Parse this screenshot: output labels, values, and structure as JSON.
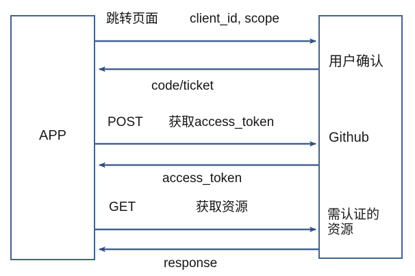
{
  "diagram": {
    "title": "OAuth Github authorization sequence diagram",
    "colors": {
      "line": "#41618e",
      "box_border": "#41618e",
      "text": "#151515",
      "background": "#ffffff"
    },
    "actors": {
      "left": {
        "name": "APP",
        "label": "APP"
      },
      "right": {
        "name": "Github",
        "label": "Github",
        "top_label": "用户确认",
        "bottom_label": "需认证的\n资源"
      }
    },
    "messages": [
      {
        "id": "msg-1",
        "direction": "right",
        "label_above_left": "跳转页面",
        "label_above_right": "client_id, scope",
        "label_below": ""
      },
      {
        "id": "msg-2",
        "direction": "left",
        "label_above_left": "",
        "label_above_right": "",
        "label_below": "code/ticket"
      },
      {
        "id": "msg-3",
        "direction": "right",
        "label_above_left": "POST",
        "label_above_right": "获取access_token",
        "label_below": ""
      },
      {
        "id": "msg-4",
        "direction": "left",
        "label_above_left": "",
        "label_above_right": "",
        "label_below": "access_token"
      },
      {
        "id": "msg-5",
        "direction": "right",
        "label_above_left": "GET",
        "label_above_right": "获取资源",
        "label_below": ""
      },
      {
        "id": "msg-6",
        "direction": "left",
        "label_above_left": "",
        "label_above_right": "",
        "label_below": "response"
      }
    ]
  }
}
